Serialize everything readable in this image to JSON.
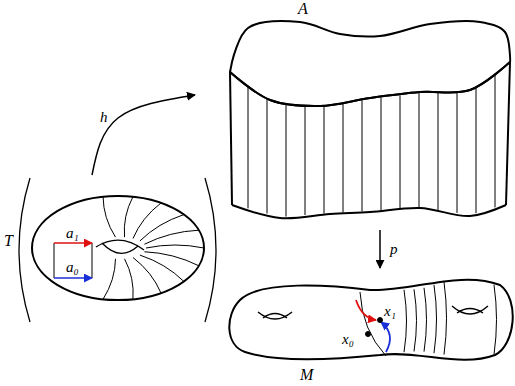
{
  "diagram": {
    "nodes": [
      {
        "text": [
          "T"
        ]
      },
      {
        "text": [
          "A"
        ]
      },
      {
        "text": [
          "M"
        ]
      }
    ],
    "edges": [
      {
        "from": 0,
        "to": 1,
        "arrow": "to",
        "label": "h"
      },
      {
        "from": 1,
        "to": 2,
        "arrow": "to",
        "label": "p"
      }
    ],
    "labels": [
      "a₁",
      "a₀",
      "x₀",
      "x₁"
    ]
  }
}
